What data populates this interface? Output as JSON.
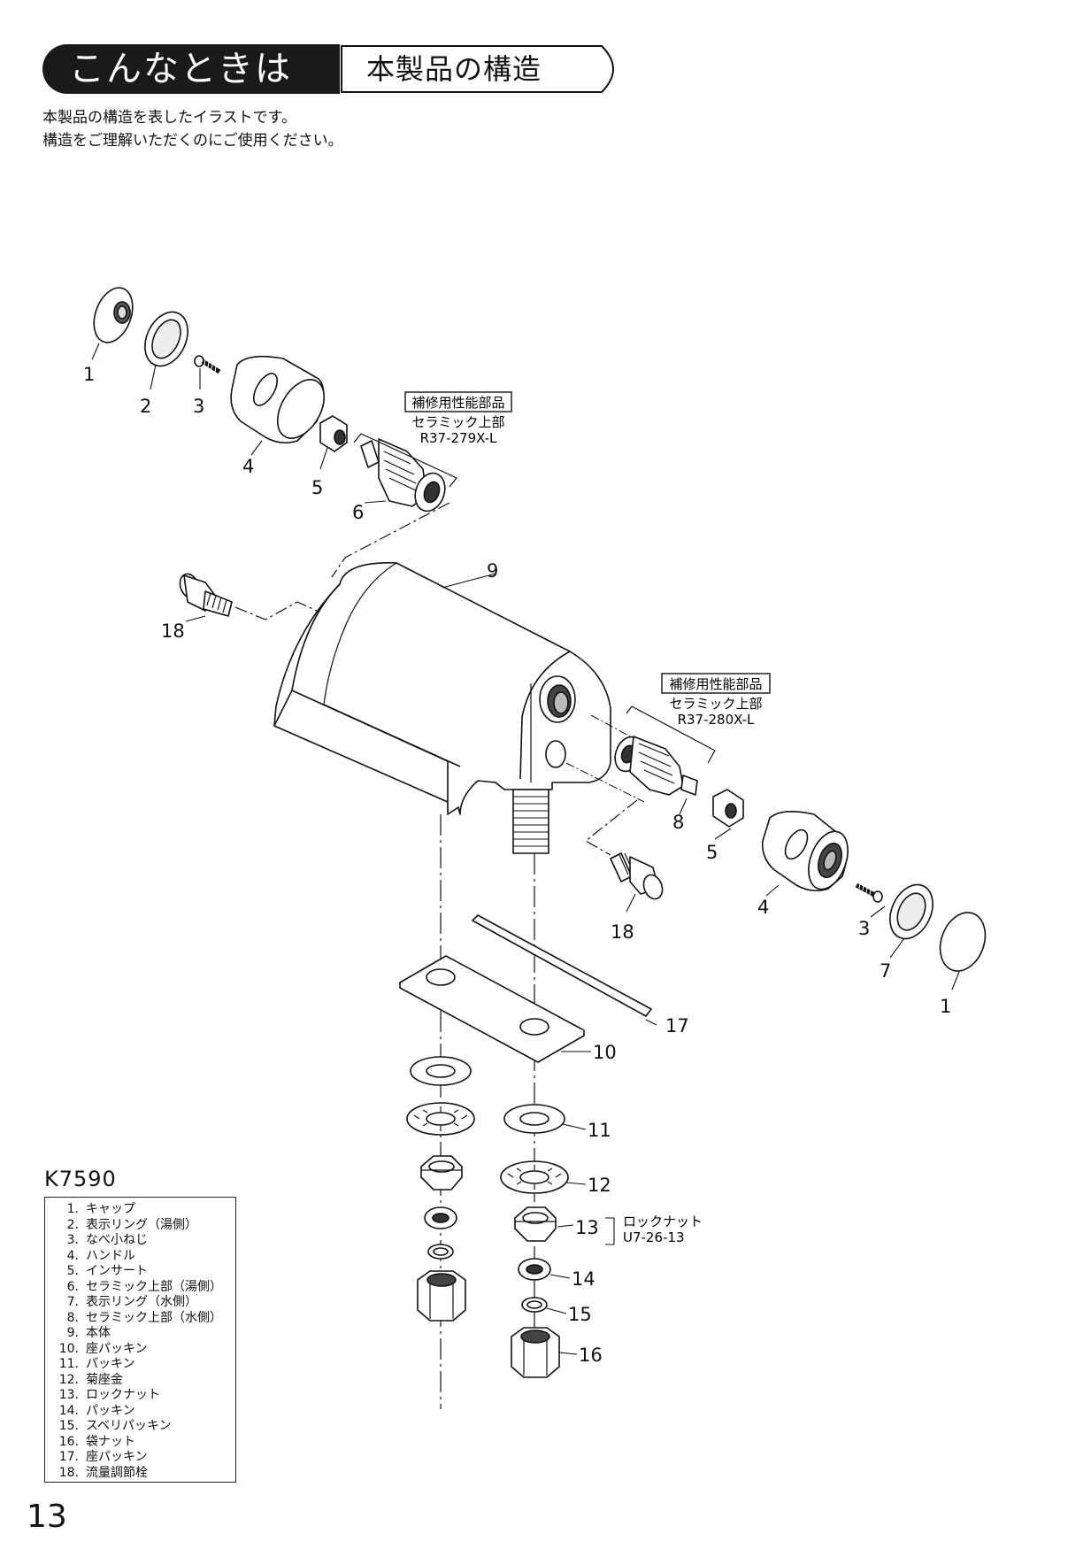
{
  "header": {
    "section_label": "こんなときは",
    "title": "本製品の構造"
  },
  "intro": {
    "line1": "本製品の構造を表したイラストです。",
    "line2": "構造をご理解いただくのにご使用ください。"
  },
  "callouts": {
    "hot_side": {
      "box_label": "補修用性能部品",
      "part_name": "セラミック上部",
      "part_code": "R37-279X-L"
    },
    "cold_side": {
      "box_label": "補修用性能部品",
      "part_name": "セラミック上部",
      "part_code": "R37-280X-L"
    },
    "locknut": {
      "part_name": "ロックナット",
      "part_code": "U7-26-13"
    }
  },
  "part_labels": {
    "l1a": "1",
    "l2": "2",
    "l3a": "3",
    "l4a": "4",
    "l5a": "5",
    "l6": "6",
    "l9": "9",
    "l18a": "18",
    "l8": "8",
    "l5b": "5",
    "l4b": "4",
    "l18b": "18",
    "l3b": "3",
    "l7": "7",
    "l1b": "1",
    "l17": "17",
    "l10": "10",
    "l11": "11",
    "l12": "12",
    "l13": "13",
    "l14": "14",
    "l15": "15",
    "l16": "16"
  },
  "model": "K7590",
  "legend": [
    {
      "num": "1.",
      "name": "キャップ"
    },
    {
      "num": "2.",
      "name": "表示リング（湯側）"
    },
    {
      "num": "3.",
      "name": "なべ小ねじ"
    },
    {
      "num": "4.",
      "name": "ハンドル"
    },
    {
      "num": "5.",
      "name": "インサート"
    },
    {
      "num": "6.",
      "name": "セラミック上部（湯側）"
    },
    {
      "num": "7.",
      "name": "表示リング（水側）"
    },
    {
      "num": "8.",
      "name": "セラミック上部（水側）"
    },
    {
      "num": "9.",
      "name": "本体"
    },
    {
      "num": "10.",
      "name": "座パッキン"
    },
    {
      "num": "11.",
      "name": "パッキン"
    },
    {
      "num": "12.",
      "name": "菊座金"
    },
    {
      "num": "13.",
      "name": "ロックナット"
    },
    {
      "num": "14.",
      "name": "パッキン"
    },
    {
      "num": "15.",
      "name": "スベリパッキン"
    },
    {
      "num": "16.",
      "name": "袋ナット"
    },
    {
      "num": "17.",
      "name": "座パッキン"
    },
    {
      "num": "18.",
      "name": "流量調節栓"
    }
  ],
  "page_number": "13"
}
